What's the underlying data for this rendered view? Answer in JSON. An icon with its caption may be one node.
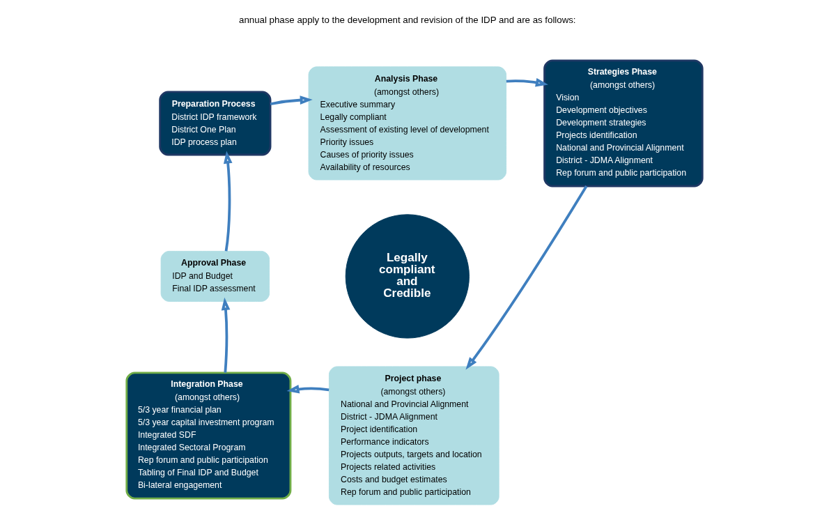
{
  "diagram": {
    "nodes": [
      {
        "text": [
          "Preparation Process",
          "District IDP framework",
          "District One Plan",
          "IDP process plan"
        ]
      },
      {
        "text": [
          "Analysis Phase",
          "(amongst others)",
          "Executive summary",
          "Legally compliant",
          "Assessment of existing level of development",
          "Priority issues",
          "Causes of priority issues",
          "Availability of resources"
        ]
      },
      {
        "text": [
          "Strategies Phase",
          "(amongst others)",
          "Vision",
          "Development objectives",
          "Development strategies",
          "Projects identification",
          "National and Provincial Alignment",
          "District - JDMA Alignment",
          "Rep forum and public participation"
        ]
      },
      {
        "text": [
          "Project phase",
          "(amongst others)",
          "National and Provincial Alignment",
          "District - JDMA Alignment",
          "Project identification",
          "Performance indicators",
          "Projects outputs, targets and location",
          "Projects related activities",
          "Costs and budget estimates",
          "Rep forum and public participation"
        ]
      },
      {
        "text": [
          "Integration Phase",
          "(amongst others)",
          "5/3 year financial plan",
          "5/3 year capital investment program",
          "Integrated SDF",
          "Integrated Sectoral Program",
          "Rep forum and public participation",
          "Tabling of Final IDP and Budget",
          "Bi-lateral engagement"
        ]
      },
      {
        "text": [
          "Approval Phase",
          "IDP and Budget",
          "Final IDP assessment"
        ]
      },
      {
        "text": [
          "Legally compliant and Credible"
        ]
      }
    ],
    "edges": [
      {
        "from": 0,
        "to": 1,
        "arrow": "to"
      },
      {
        "from": 1,
        "to": 2,
        "arrow": "to"
      },
      {
        "from": 2,
        "to": 3,
        "arrow": "to"
      },
      {
        "from": 3,
        "to": 4,
        "arrow": "to"
      },
      {
        "from": 4,
        "to": 5,
        "arrow": "to"
      },
      {
        "from": 5,
        "to": 0,
        "arrow": "to"
      }
    ],
    "labels": [
      "annual phase apply to the development and revision of the IDP and are as follows:"
    ]
  }
}
